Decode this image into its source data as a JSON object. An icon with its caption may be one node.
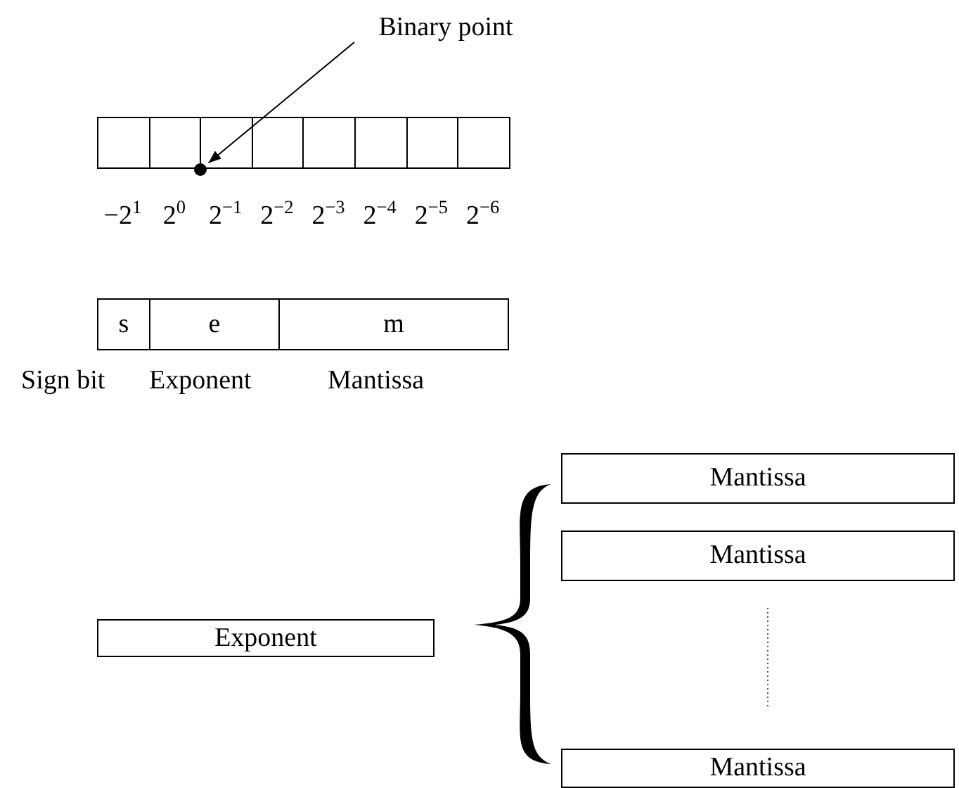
{
  "diagram": {
    "nodes": [
      {
        "text": [
          "Binary point"
        ]
      },
      {
        "text": [],
        "shape": "box"
      },
      {
        "text": [],
        "shape": "box"
      },
      {
        "text": [],
        "shape": "box"
      },
      {
        "text": [],
        "shape": "box"
      },
      {
        "text": [],
        "shape": "box"
      },
      {
        "text": [],
        "shape": "box"
      },
      {
        "text": [],
        "shape": "box"
      },
      {
        "text": [],
        "shape": "box"
      },
      {
        "text": [],
        "shape": "circle"
      },
      {
        "text": [
          "s"
        ],
        "beside": [
          "Sign bit"
        ]
      },
      {
        "text": [
          "e"
        ],
        "beside": [
          "Exponent"
        ]
      },
      {
        "text": [
          "m"
        ],
        "beside": [
          "Mantissa"
        ]
      },
      {
        "text": [
          "Mantissa"
        ]
      },
      {
        "text": [
          "Mantissa"
        ]
      },
      {
        "text": [
          "Exponent"
        ]
      },
      {
        "text": [
          "Mantissa"
        ]
      }
    ],
    "edges": [
      {
        "from": 0,
        "to": 9,
        "arrow": "to"
      }
    ],
    "labels": [
      "−2$^{1}$",
      "2$^{0}$",
      "2$^{−1}$",
      "2$^{−2}$",
      "2$^{−3}$",
      "2$^{−4}$",
      "2$^{−5}$",
      "2$^{−6}$"
    ]
  }
}
